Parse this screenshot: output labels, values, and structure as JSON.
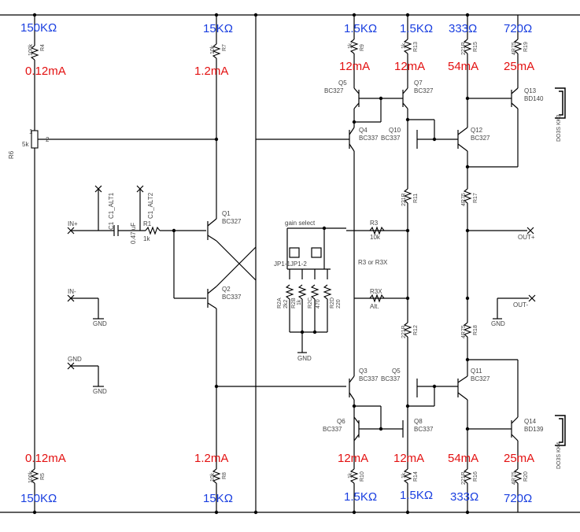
{
  "top_resistances": [
    "150KΩ",
    "15KΩ",
    "1.5KΩ",
    "1.5KΩ",
    "333Ω",
    "720Ω"
  ],
  "bottom_resistances": [
    "150KΩ",
    "15KΩ",
    "1.5KΩ",
    "1.5KΩ",
    "333Ω",
    "720Ω"
  ],
  "top_currents": [
    "0.12mA",
    "1.2mA",
    "12mA",
    "12mA",
    "54mA",
    "25mA"
  ],
  "bottom_currents": [
    "0.12mA",
    "1.2mA",
    "12mA",
    "12mA",
    "54mA",
    "25mA"
  ],
  "transistors": [
    {
      "ref": "Q1",
      "type": "BC327"
    },
    {
      "ref": "Q2",
      "type": "BC337"
    },
    {
      "ref": "Q3",
      "type": "BC337"
    },
    {
      "ref": "Q4",
      "type": "BC337"
    },
    {
      "ref": "Q5",
      "type": "BC337"
    },
    {
      "ref": "Q6",
      "type": "BC337"
    },
    {
      "ref": "Q7",
      "type": "BC327"
    },
    {
      "ref": "Q8",
      "type": "BC337"
    },
    {
      "ref": "Q10",
      "type": "BC337"
    },
    {
      "ref": "Q11",
      "type": "BC327"
    },
    {
      "ref": "Q12",
      "type": "BC327"
    },
    {
      "ref": "Q13",
      "type": "BD140"
    },
    {
      "ref": "Q14",
      "type": "BD139"
    }
  ],
  "resistors_top": [
    {
      "ref": "R4",
      "value": "100k"
    },
    {
      "ref": "R7",
      "value": "10k"
    },
    {
      "ref": "R9",
      "value": "1k"
    },
    {
      "ref": "R13",
      "value": "1k"
    },
    {
      "ref": "R15",
      "value": "221R"
    },
    {
      "ref": "R19",
      "value": "4R75"
    }
  ],
  "resistors_bottom": [
    {
      "ref": "R5",
      "value": "100k"
    },
    {
      "ref": "R8",
      "value": "10k"
    },
    {
      "ref": "R10",
      "value": "1k"
    },
    {
      "ref": "R14",
      "value": "1k"
    },
    {
      "ref": "R16",
      "value": "221R"
    },
    {
      "ref": "R20",
      "value": "4R75"
    }
  ],
  "resistors_mid": [
    {
      "ref": "R11",
      "value": "221R"
    },
    {
      "ref": "R17",
      "value": "4R75"
    },
    {
      "ref": "R12",
      "value": "221R"
    },
    {
      "ref": "R18",
      "value": "4R75"
    }
  ],
  "gain_resistors": [
    {
      "ref": "R2A",
      "value": "2k2"
    },
    {
      "ref": "R2B",
      "value": "1k"
    },
    {
      "ref": "R2C",
      "value": "470"
    },
    {
      "ref": "R2D",
      "value": "220"
    }
  ],
  "labels": {
    "pot": "R6",
    "pot_value": "5k",
    "pot_pin2": "2",
    "pot_pin1": "1",
    "cap": "C1",
    "cap_value": "0.47 uF",
    "cap_alt1": "C1_ALT1",
    "cap_alt2": "C1_ALT2",
    "r1": "R1",
    "r1_value": "1k",
    "in_plus": "IN+",
    "in_minus": "IN-",
    "gnd": "GND",
    "gain_select": "gain select",
    "jumpers": "JP1-1JP1-2",
    "r3": "R3",
    "r3_value": "10k",
    "r3_or_r3x": "R3 or R3X",
    "r3x": "R3X",
    "r3x_value": "Alt.",
    "out_plus": "OUT+",
    "out_minus": "OUT-",
    "heatsink_top": "DO3S KK3",
    "heatsink_bottom": "DO3S KK4"
  }
}
